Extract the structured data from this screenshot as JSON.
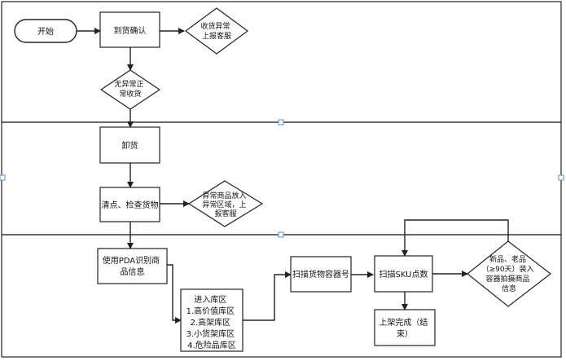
{
  "nodes": {
    "start": "开始",
    "arrival_confirm": "到货确认",
    "receipt_exception": [
      "收货异常",
      "上报客服"
    ],
    "no_exception": [
      "无异常正",
      "常收货"
    ],
    "unload": "卸货",
    "inspect": "清点、检查货物",
    "abnormal_goods": [
      "异常商品放入",
      "异常区域，上",
      "报客服"
    ],
    "pda_identify": [
      "使用PDA识别商",
      "品信息"
    ],
    "enter_zone": {
      "title": "进入库区",
      "items": [
        "1.高价值库区",
        "2.高架库区",
        "3.小货架库区",
        "4.危险品库区"
      ]
    },
    "scan_container": "扫描货物容器号",
    "scan_sku": "扫描SKU点数",
    "new_product": [
      "新品、老品",
      "（≥90天）装入",
      "容器拍摄商品",
      "信息"
    ],
    "shelving_done": [
      "上架完成（结",
      "束）"
    ]
  }
}
